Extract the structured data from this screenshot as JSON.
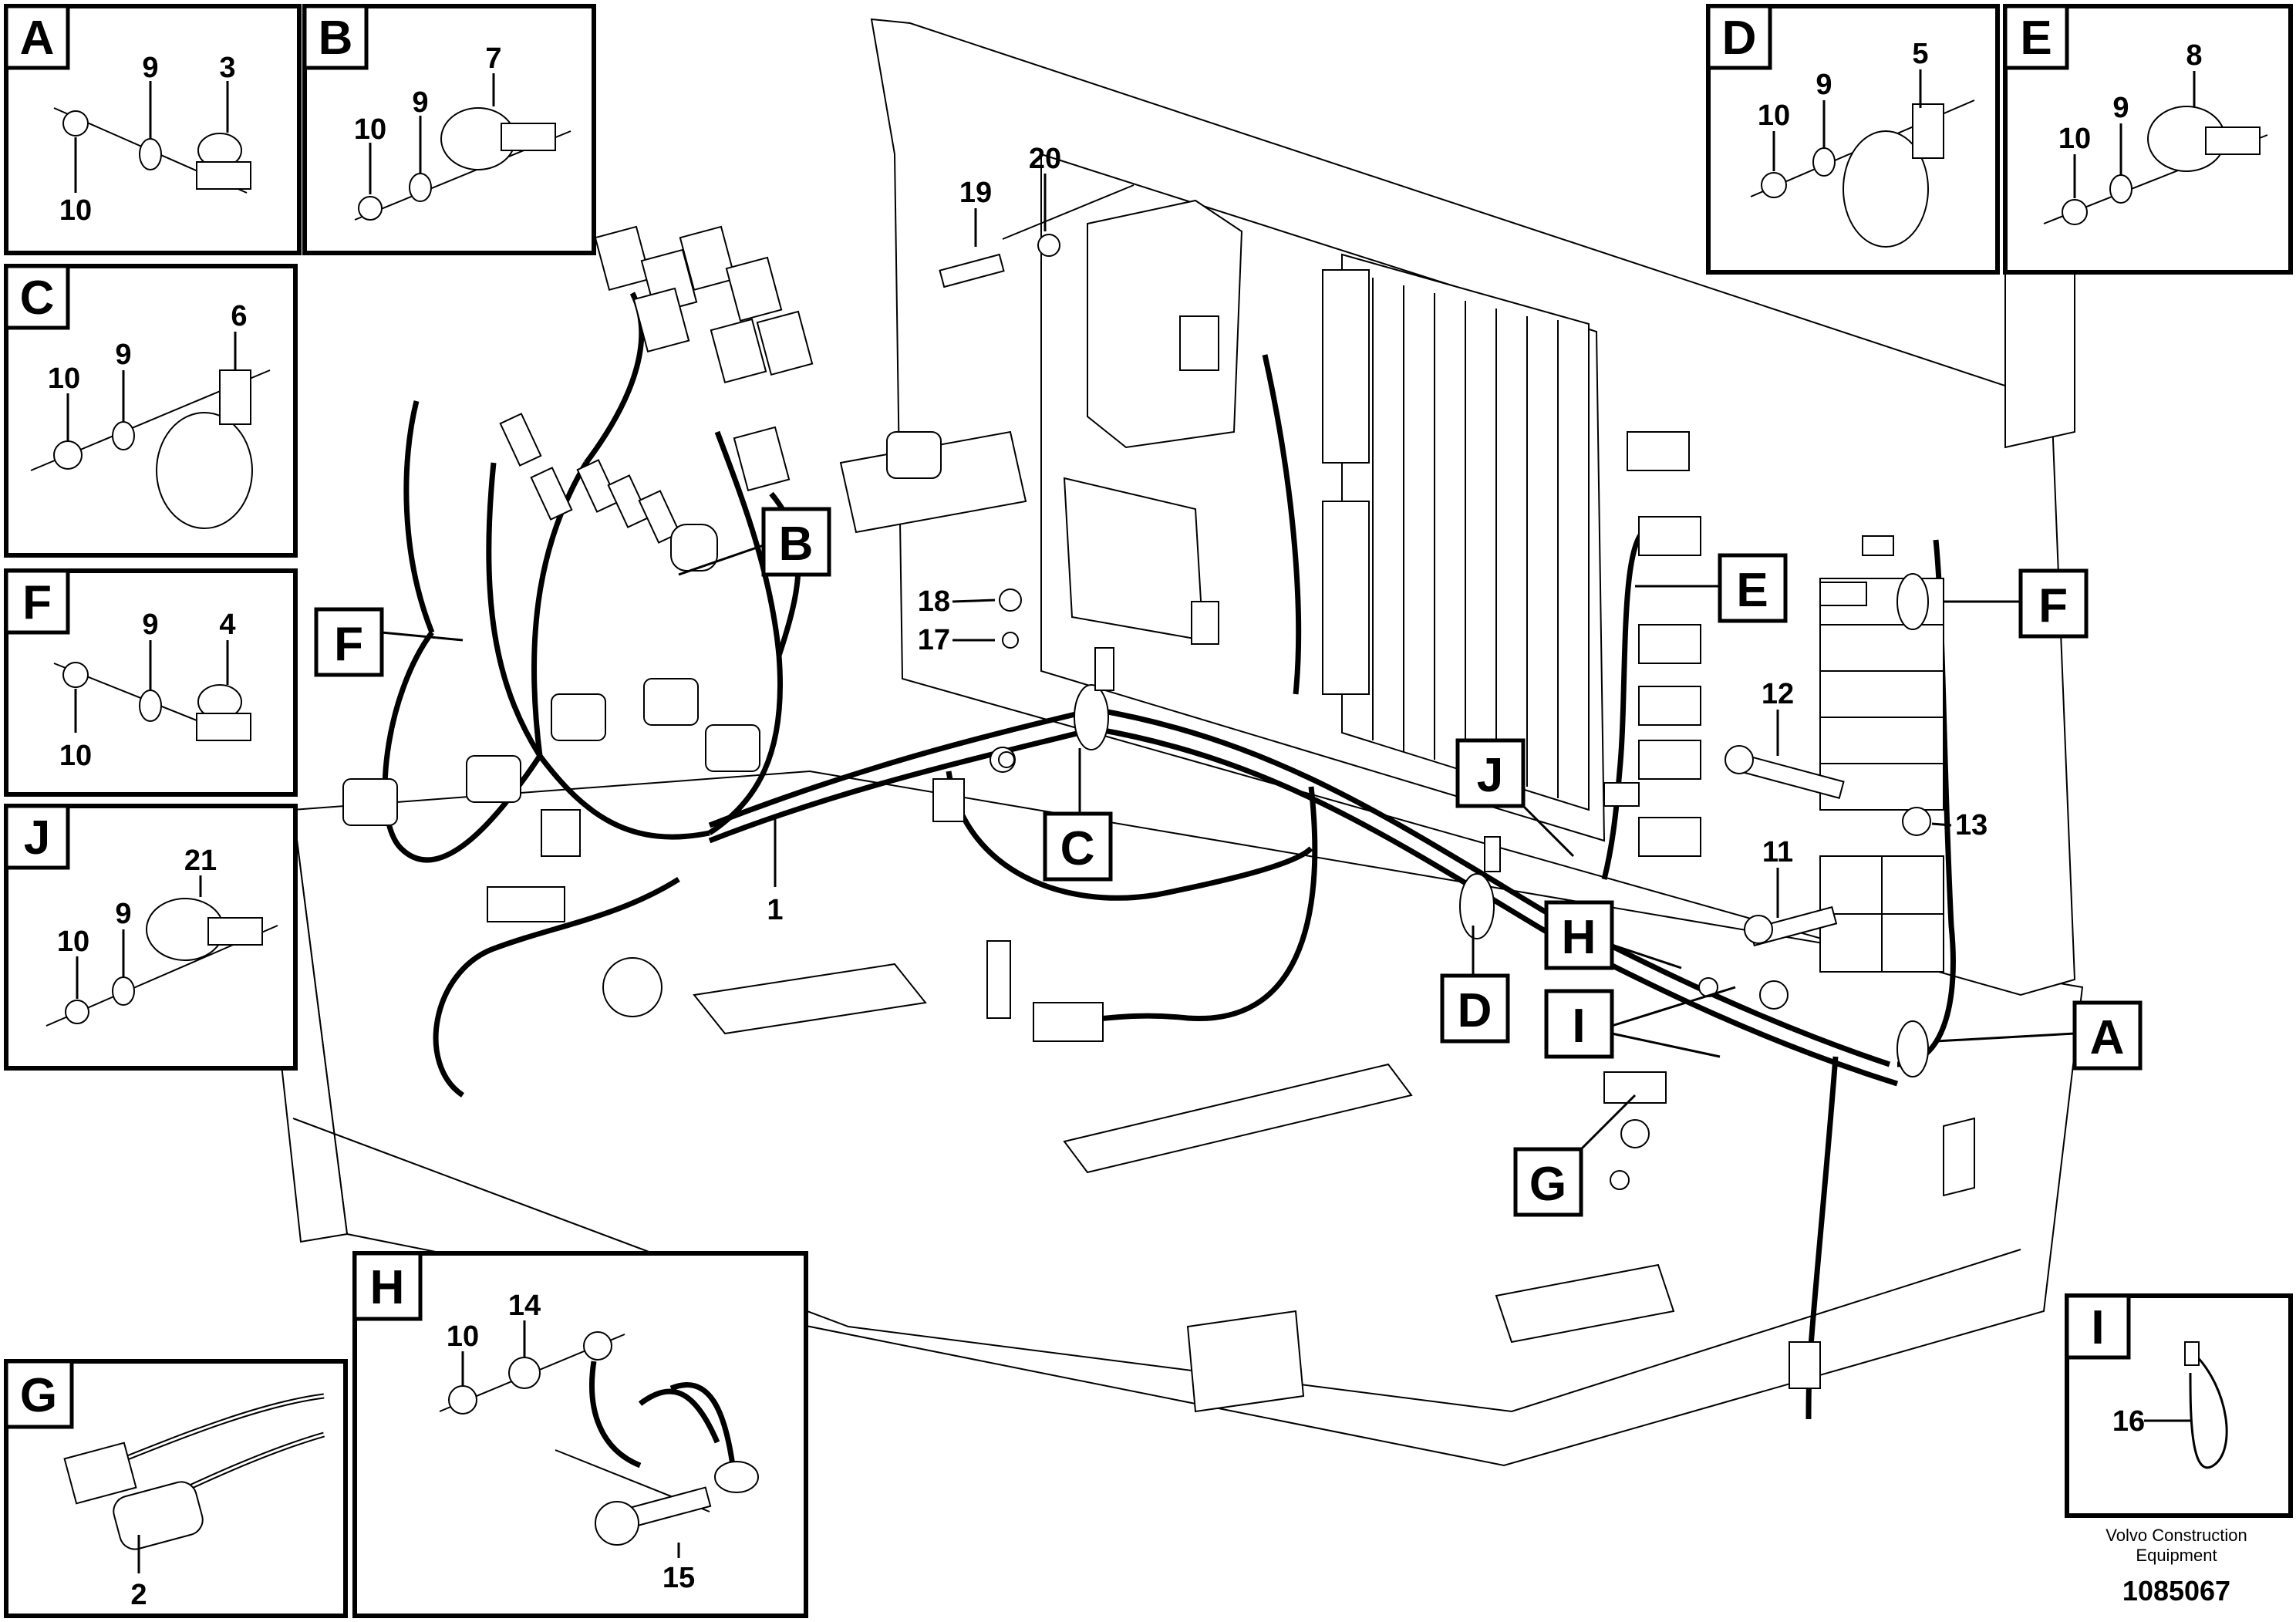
{
  "callouts": {
    "A": "A",
    "B": "B",
    "C": "C",
    "D": "D",
    "E": "E",
    "F": "F",
    "G": "G",
    "H": "H",
    "I": "I",
    "J": "J"
  },
  "numbers": {
    "n1": "1",
    "n2": "2",
    "n3": "3",
    "n4": "4",
    "n5": "5",
    "n6": "6",
    "n7": "7",
    "n8": "8",
    "n9": "9",
    "n10": "10",
    "n11": "11",
    "n12": "12",
    "n13": "13",
    "n14": "14",
    "n15": "15",
    "n16": "16",
    "n17": "17",
    "n18": "18",
    "n19": "19",
    "n20": "20",
    "n21": "21"
  },
  "footer": {
    "company_line1": "Volvo Construction",
    "company_line2": "Equipment",
    "drawing_number": "1085067"
  }
}
